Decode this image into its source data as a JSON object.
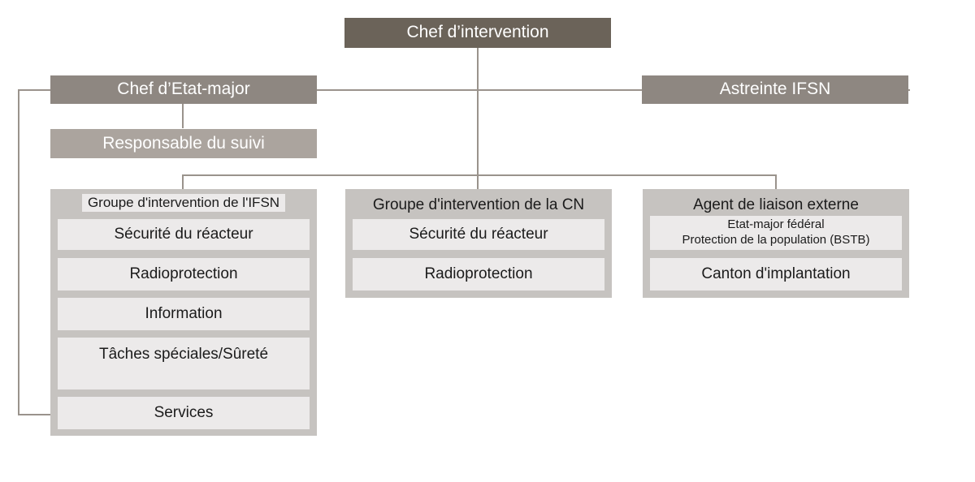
{
  "diagram": {
    "title_node": {
      "label": "Chef d’intervention"
    },
    "row2": {
      "left": {
        "label": "Chef d’Etat-major"
      },
      "right": {
        "label": "Astreinte IFSN"
      }
    },
    "row3": {
      "follow_up": {
        "label": "Responsable du suivi"
      }
    },
    "groups": [
      {
        "id": "ifsn",
        "title": "Groupe d'intervention de l'IFSN",
        "title_style": "boxed",
        "items": [
          {
            "label": "Sécurité du réacteur"
          },
          {
            "label": "Radioprotection"
          },
          {
            "label": "Information"
          },
          {
            "label": "Tâches spéciales/Sûreté"
          },
          {
            "label": "Services"
          }
        ]
      },
      {
        "id": "cn",
        "title": "Groupe d'intervention de la CN",
        "title_style": "plain",
        "items": [
          {
            "label": "Sécurité du réacteur"
          },
          {
            "label": "Radioprotection"
          }
        ]
      },
      {
        "id": "liaison",
        "title": "Agent de liaison externe",
        "title_style": "plain",
        "items": [
          {
            "label": "Etat-major fédéral\nProtection de la population (BSTB)"
          },
          {
            "label": "Canton d'implantation"
          }
        ]
      }
    ],
    "colors": {
      "dark_box": "#6b6359",
      "mid_box": "#8e8781",
      "light_box": "#aba49e",
      "panel": "#c6c3c0",
      "item": "#eceaea",
      "connector": "#9a938c",
      "text_on_dark": "#ffffff",
      "text_on_light": "#1b1b1b",
      "background": "#ffffff"
    }
  }
}
